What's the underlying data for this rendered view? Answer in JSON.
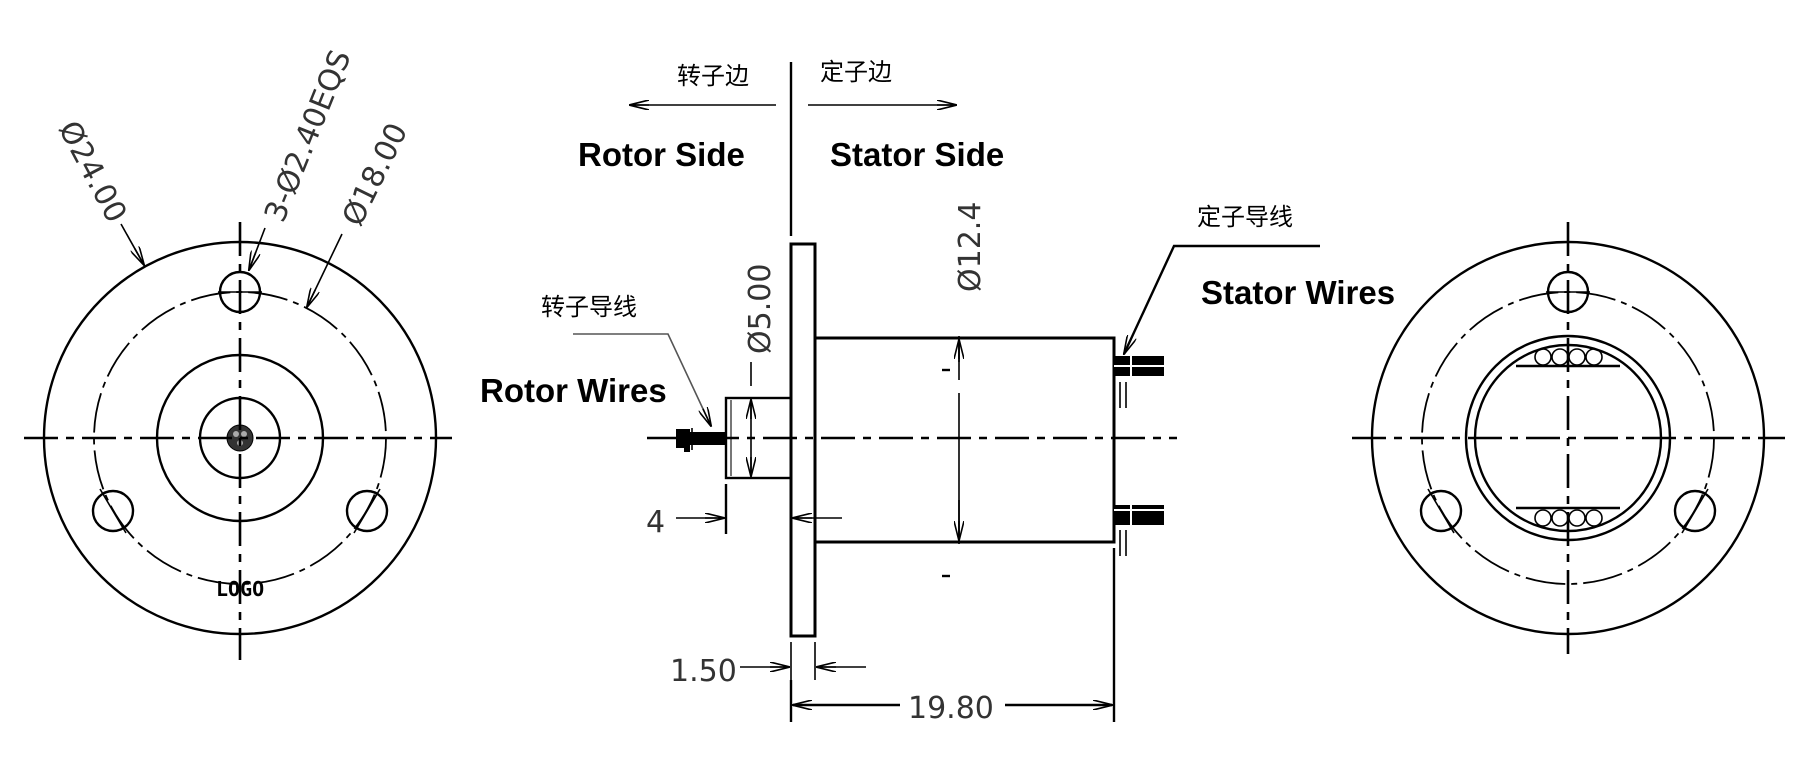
{
  "title": "Slip ring outline drawing",
  "labels": {
    "rotor_side_cn": "转子边",
    "stator_side_cn": "定子边",
    "rotor_side_en": "Rotor Side",
    "stator_side_en": "Stator Side",
    "rotor_wires_cn": "转子导线",
    "rotor_wires_en": "Rotor Wires",
    "stator_wires_cn": "定子导线",
    "stator_wires_en": "Stator Wires",
    "logo": "LOGO"
  },
  "dimensions": {
    "outer_diameter": "Ø24.00",
    "mounting_holes": "3-Ø2.40EQS",
    "bolt_circle": "Ø18.00",
    "body_diameter": "Ø12.4",
    "rotor_diameter": "Ø5.00",
    "rotor_length": "4",
    "flange_thickness": "1.50",
    "body_length": "19.80"
  }
}
